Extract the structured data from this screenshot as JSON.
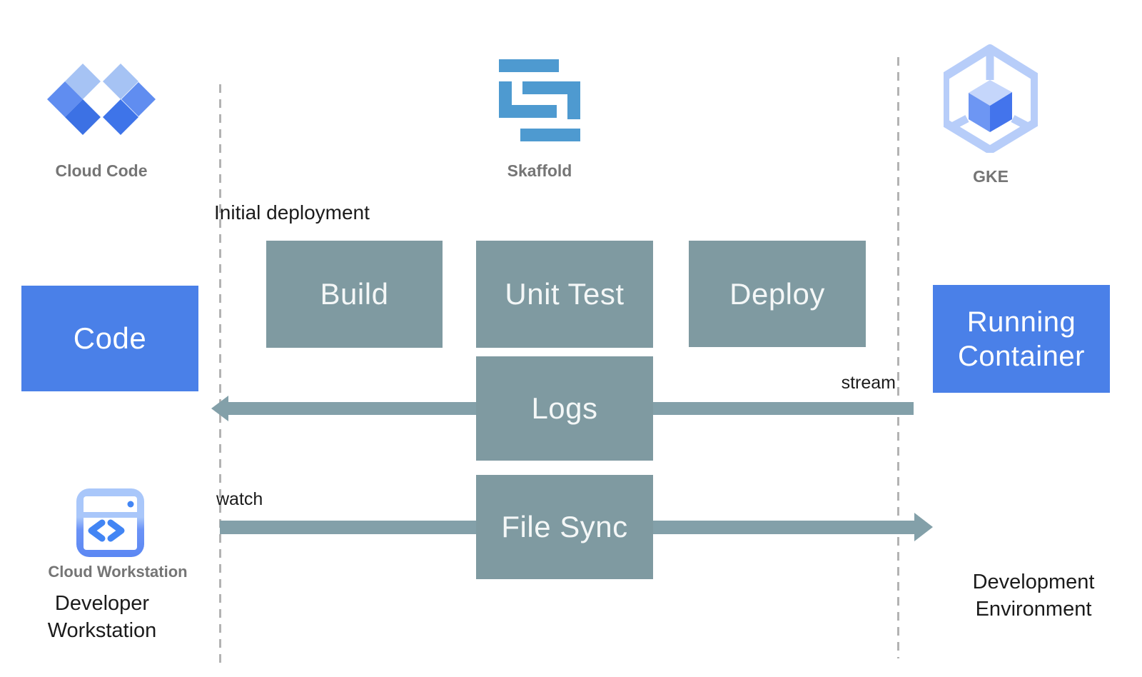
{
  "header_icons": {
    "cloud_code": {
      "label": "Cloud Code"
    },
    "skaffold": {
      "label": "Skaffold"
    },
    "gke": {
      "label": "GKE"
    }
  },
  "flow": {
    "initial_deployment_label": "Initial deployment",
    "boxes": {
      "code": "Code",
      "build": "Build",
      "unit_test": "Unit Test",
      "deploy": "Deploy",
      "logs": "Logs",
      "file_sync": "File Sync",
      "running_container": "Running Container"
    },
    "arrows": {
      "stream_label": "stream",
      "watch_label": "watch"
    }
  },
  "footer": {
    "cloud_workstation_label": "Cloud Workstation",
    "developer_workstation": "Developer Workstation",
    "development_environment": "Development Environment"
  },
  "colors": {
    "process_box": "#7f9aa1",
    "arrow": "#83a0a9",
    "primary_box": "#4a80e8",
    "icon_caption_gray": "#757575",
    "skaffold_blue": "#4e9ad0",
    "cloud_blue_light": "#a6c3f4",
    "cloud_blue_mid": "#608df0",
    "cloud_blue_dark": "#3c71e4",
    "text": "#1b1b1b",
    "dashed_line": "#b3b3b3"
  }
}
